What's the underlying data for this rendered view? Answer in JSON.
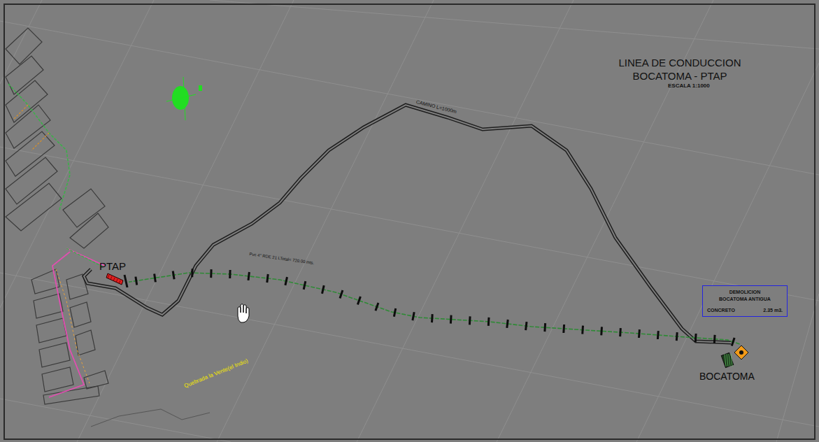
{
  "diagram": {
    "title": "LINEA DE CONDUCCION BOCATOMA - PTAP",
    "nodes": [
      {
        "text": [
          "PTAP"
        ]
      },
      {
        "text": [
          "BOCATOMA"
        ]
      },
      {
        "text": [
          "DEMOLICION BOCATOMA ANTIGUA",
          "CONCRETO",
          "2.35 m3."
        ]
      }
    ],
    "edges": [
      {
        "from": 1,
        "to": 0,
        "arrow": "none",
        "label": "Pvc 4\" RDE 21 LTotal= 720.00 mts."
      }
    ],
    "labels": [
      "ESCALA 1:1000",
      "CAMINO L=1000m",
      "Quebrada la Vente(el Indio)"
    ]
  }
}
